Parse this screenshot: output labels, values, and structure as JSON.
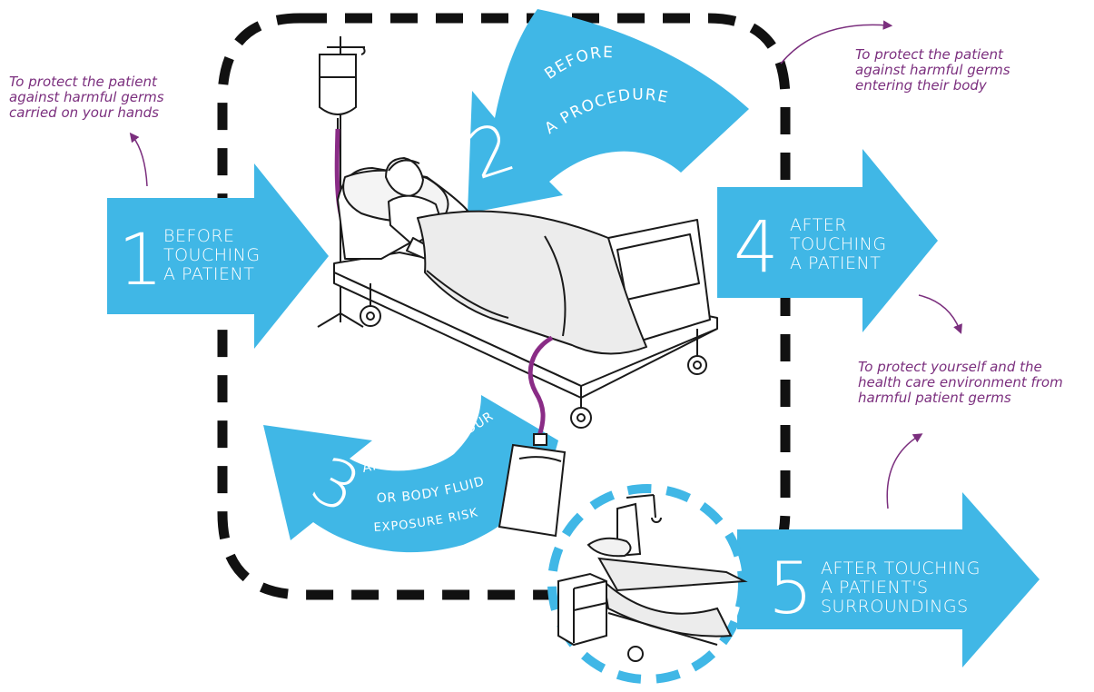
{
  "colors": {
    "arrow": "#40b7e6",
    "note": "#7b2f7e",
    "tube": "#8a2c86",
    "dash": "#111111",
    "line": "#1a1a1a",
    "sheet": "#ececec"
  },
  "moments": [
    {
      "number": "1",
      "lines": [
        "BEFORE",
        "TOUCHING",
        "A PATIENT"
      ]
    },
    {
      "number": "2",
      "lines": [
        "BEFORE",
        "A PROCEDURE"
      ]
    },
    {
      "number": "3",
      "lines": [
        "AFTER A PROCEDURE",
        "OR BODY FLUID",
        "EXPOSURE RISK"
      ]
    },
    {
      "number": "4",
      "lines": [
        "AFTER",
        "TOUCHING",
        "A PATIENT"
      ]
    },
    {
      "number": "5",
      "lines": [
        "AFTER TOUCHING",
        "A PATIENT'S",
        "SURROUNDINGS"
      ]
    }
  ],
  "notes": {
    "hands": [
      "To protect the patient",
      "against harmful germs",
      "carried on your hands"
    ],
    "body": [
      "To protect the patient",
      "against harmful germs",
      "entering their body"
    ],
    "environment": [
      "To protect yourself and the",
      "health care environment from",
      "harmful patient germs"
    ]
  },
  "icons": {
    "patient_bed": "patient-in-bed-illustration",
    "iv_bag": "iv-drip-bag-icon",
    "drain_bag": "drainage-bag-icon",
    "empty_bed": "empty-bed-icon",
    "bedside_table": "bedside-table-icon"
  }
}
